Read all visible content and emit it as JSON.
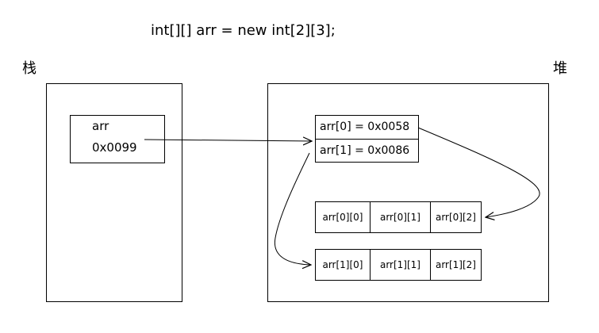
{
  "code_line": "int[][] arr = new int[2][3];",
  "stack": {
    "label": "栈",
    "var_name": "arr",
    "var_value": "0x0099"
  },
  "heap": {
    "label": "堆",
    "outer": [
      "arr[0] = 0x0058",
      "arr[1] = 0x0086"
    ],
    "row0": [
      "arr[0][0]",
      "arr[0][1]",
      "arr[0][2]"
    ],
    "row1": [
      "arr[1][0]",
      "arr[1][1]",
      "arr[1][2]"
    ]
  },
  "colors": {
    "line": "#000000",
    "background": "#ffffff"
  }
}
